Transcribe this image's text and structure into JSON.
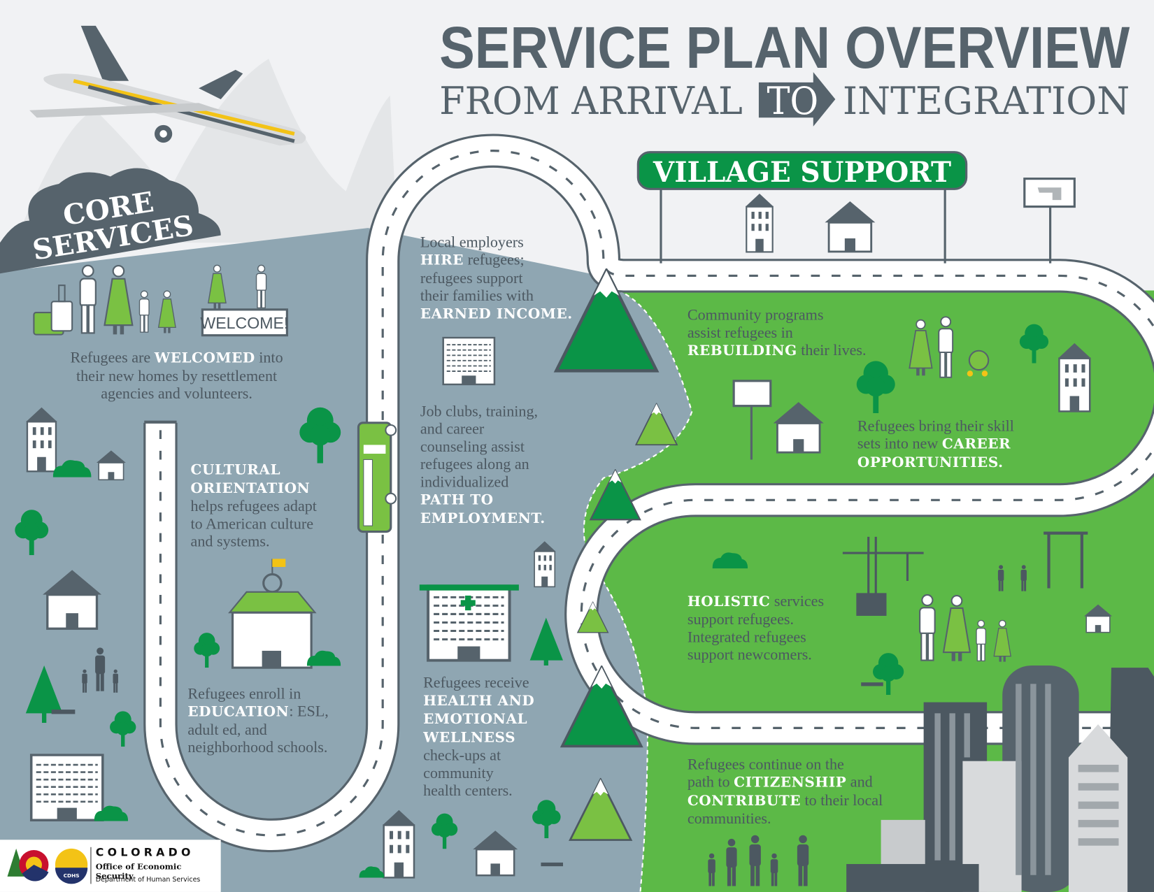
{
  "header": {
    "title": "SERVICE PLAN OVERVIEW",
    "subtitle_left": "FROM ARRIVAL",
    "subtitle_arrow": "TO",
    "subtitle_right": "INTEGRATION"
  },
  "sections": {
    "core_services": "CORE\nSERVICES",
    "village_support": "VILLAGE SUPPORT"
  },
  "welcome_sign": "WELCOME!",
  "blocks": {
    "welcome": [
      "Refugees are ",
      "WELCOMED",
      " into\ntheir new homes by resettlement\nagencies and volunteers."
    ],
    "cultural": [
      "CULTURAL\nORIENTATION",
      "\nhelps refugees adapt\nto American culture\nand systems."
    ],
    "education": [
      "Refugees enroll in\n",
      "EDUCATION",
      ": ESL,\nadult ed, and\nneighborhood schools."
    ],
    "employers": [
      "Local employers\n",
      "HIRE",
      " refugees;\nrefugees support\ntheir families with\n",
      "EARNED INCOME."
    ],
    "jobclubs": [
      "Job clubs, training,\nand career\ncounseling assist\nrefugees along an\nindividualized\n",
      "PATH TO\nEMPLOYMENT."
    ],
    "health": [
      "Refugees receive\n",
      "HEALTH AND\nEMOTIONAL\nWELLNESS",
      "\ncheck-ups at\ncommunity\nhealth centers."
    ],
    "community": [
      "Community programs\nassist refugees in\n",
      "REBUILDING",
      " their lives."
    ],
    "career": [
      "Refugees bring their skill\nsets into new ",
      "CAREER\nOPPORTUNITIES."
    ],
    "holistic": [
      "HOLISTIC",
      " services\nsupport refugees.\nIntegrated refugees\nsupport newcomers."
    ],
    "citizenship": [
      "Refugees continue on the\npath to ",
      "CITIZENSHIP",
      " and\n",
      "CONTRIBUTE",
      " to their local\ncommunities."
    ]
  },
  "logo": {
    "state": "COLORADO",
    "office": "Office of Economic Security",
    "department": "Department of Human Services",
    "badge": "CDHS"
  },
  "colors": {
    "background": "#f1f2f4",
    "slate": "#56636c",
    "blue_gray": "#8fa6b2",
    "green": "#5cb947",
    "dark_green": "#0a9447",
    "road": "#ffffff"
  }
}
